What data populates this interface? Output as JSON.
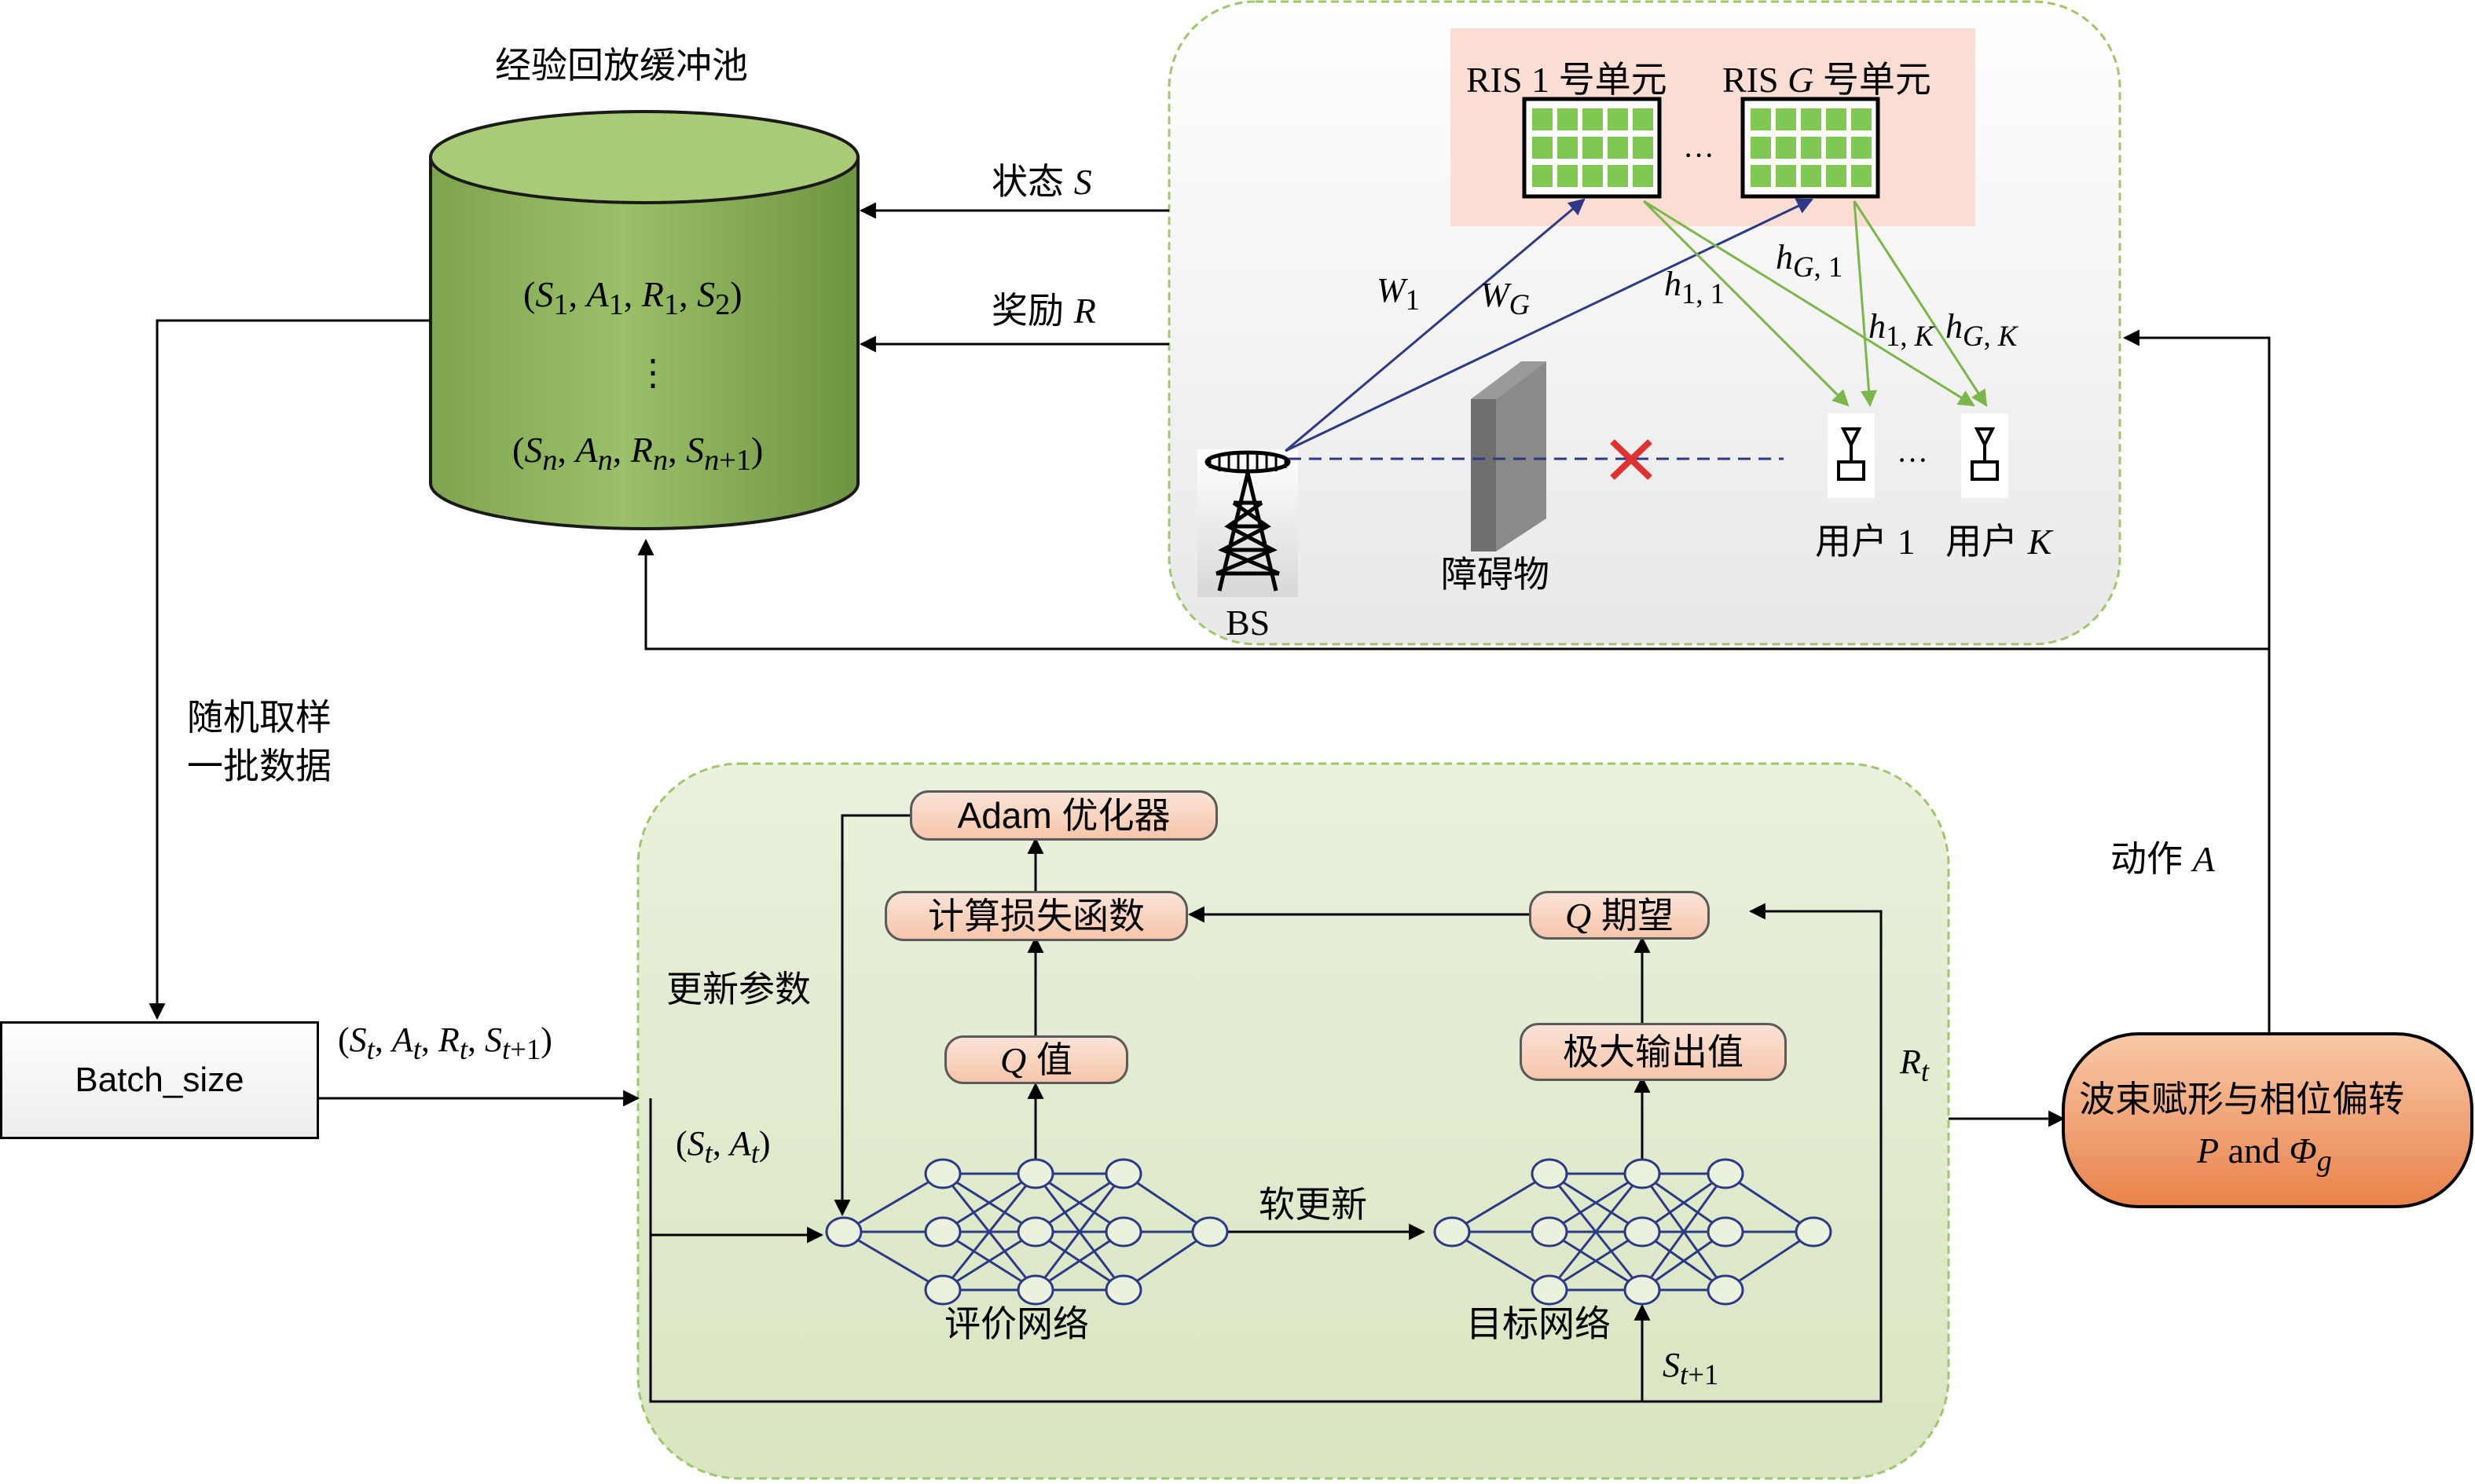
{
  "buffer": {
    "title": "经验回放缓冲池",
    "row1": "(S1, A1, R1, S2)",
    "ellipsis": "⋮",
    "rown": "(Sn, An, Rn, Sn+1)"
  },
  "edges": {
    "state": "状态 S",
    "reward": "奖励 R",
    "random_sample_line1": "随机取样",
    "random_sample_line2": "一批数据",
    "action": "动作 A",
    "batch_tuple": "(St, At, Rt, St+1)",
    "st_at": "(St, At)",
    "update_params": "更新参数",
    "soft_update": "软更新",
    "rt": "Rt",
    "st1": "St+1"
  },
  "env": {
    "ris1": "RIS 1 号单元",
    "risg": "RIS G 号单元",
    "dots": "···",
    "w1": "W1",
    "wg": "WG",
    "h11": "h1, 1",
    "hg1": "hG, 1",
    "h1k": "h1, K",
    "hgk": "hG, K",
    "obstacle": "障碍物",
    "bs": "BS",
    "user1": "用户 1",
    "userk": "用户 K"
  },
  "ddpg": {
    "adam": "Adam 优化器",
    "loss": "计算损失函数",
    "q_expect": "Q 期望",
    "q_value": "Q 值",
    "max_output": "极大输出值",
    "critic_net": "评价网络",
    "target_net": "目标网络"
  },
  "batch_size": "Batch_size",
  "action_box": {
    "line1": "波束赋形与相位偏转",
    "line2": "P and Φg"
  }
}
